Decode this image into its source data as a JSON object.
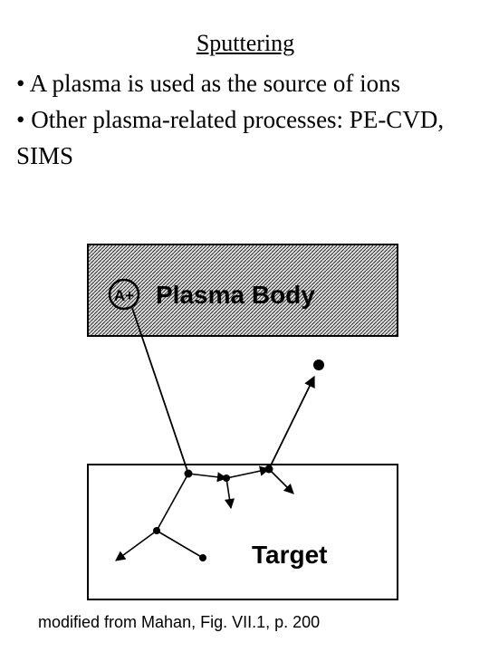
{
  "slide": {
    "title": "Sputtering",
    "bullets": [
      "• A plasma is used as the source of ions",
      "• Other plasma-related processes: PE-CVD, SIMS"
    ],
    "caption": "modified from Mahan, Fig. VII.1, p. 200"
  },
  "diagram": {
    "plasma_label": "Plasma Body",
    "ion_label": "A+",
    "target_label": "Target"
  }
}
